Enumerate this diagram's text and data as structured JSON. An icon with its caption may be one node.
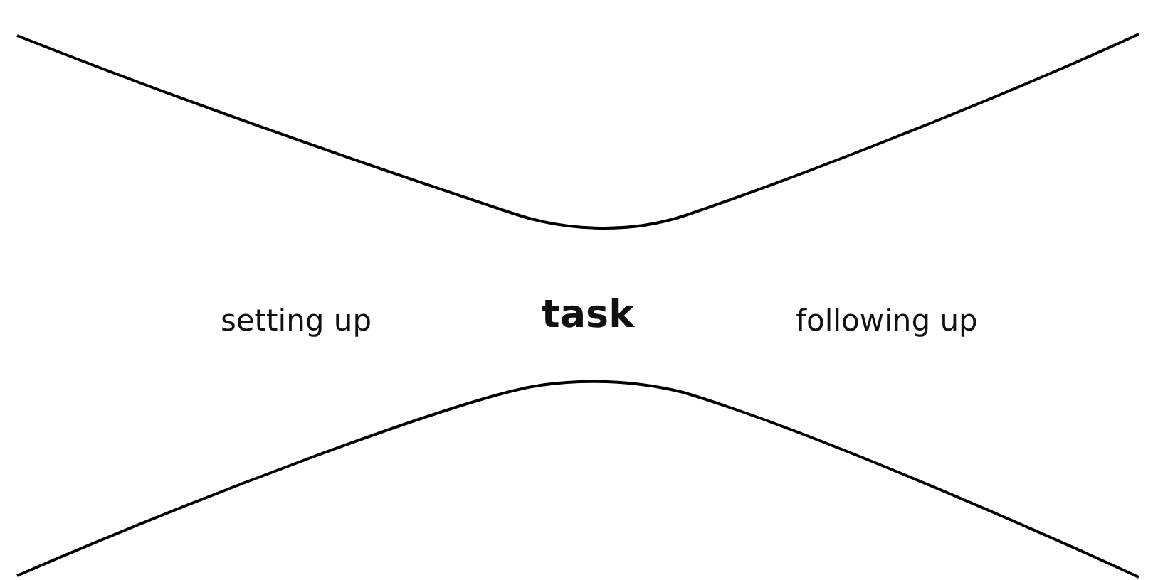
{
  "diagram": {
    "labels": [
      "setting up",
      "task",
      "following up"
    ]
  }
}
